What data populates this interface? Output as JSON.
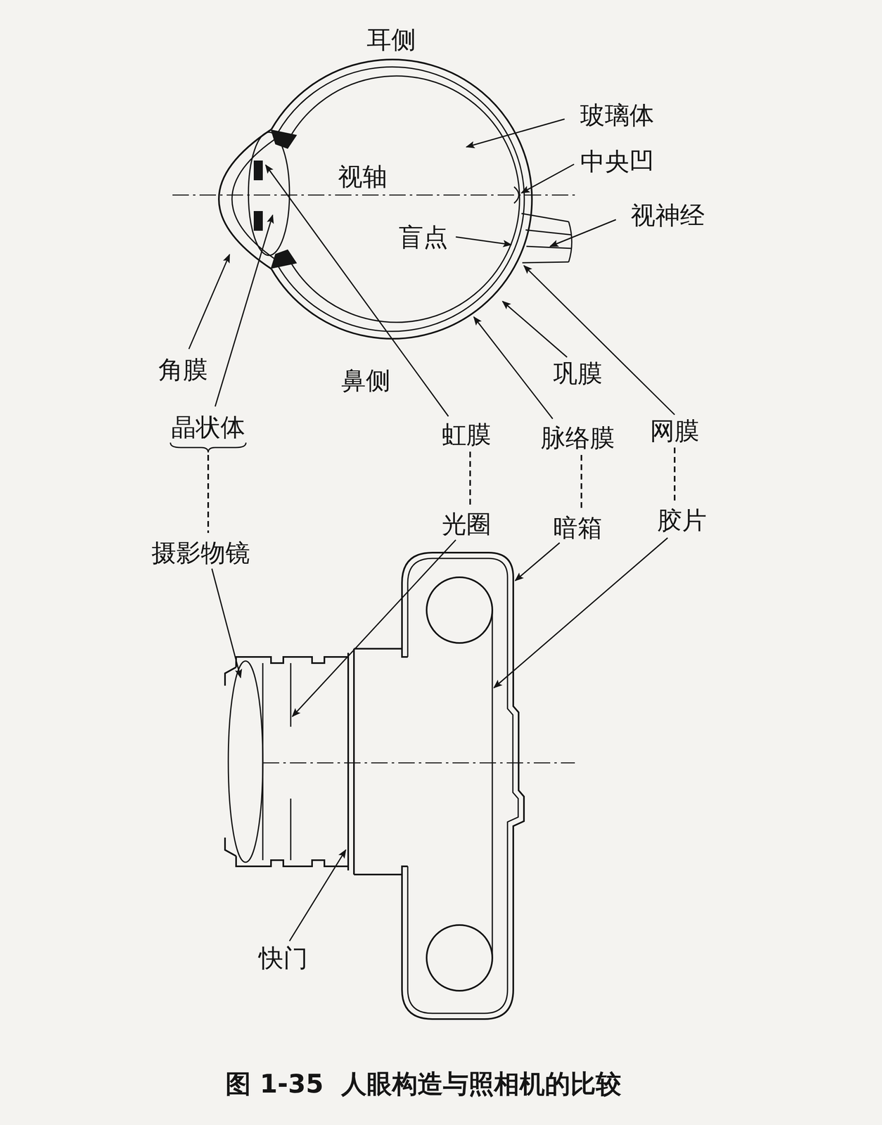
{
  "diagram": {
    "caption": "图 1-35  人眼构造与照相机的比较",
    "labels": [
      "耳侧",
      "玻璃体",
      "视轴",
      "中央凹",
      "视神经",
      "盲点",
      "角膜",
      "鼻侧",
      "巩膜",
      "晶状体",
      "虹膜",
      "脉络膜",
      "网膜",
      "摄影物镜",
      "光圈",
      "暗箱",
      "胶片",
      "快门"
    ]
  }
}
